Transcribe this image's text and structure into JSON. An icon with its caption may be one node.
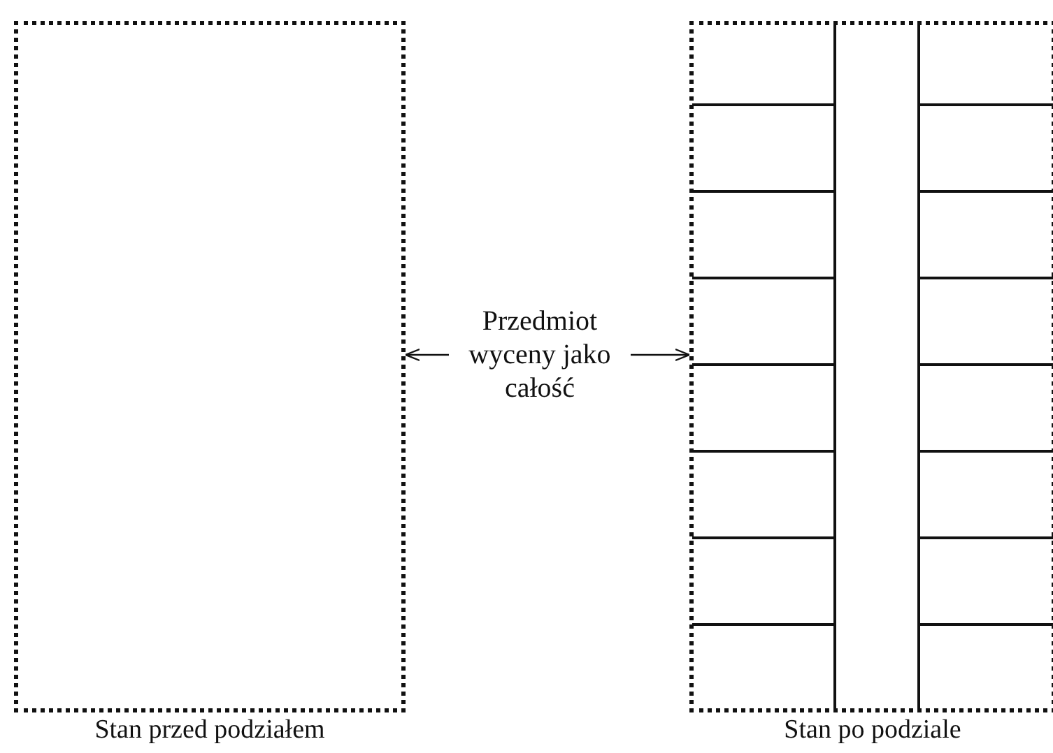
{
  "diagram": {
    "nodes": [
      {
        "text": [],
        "shape": "box",
        "beside": [
          "Stan przed podziałem"
        ]
      },
      {
        "text": [
          "Przedmiot wyceny jako całość"
        ]
      },
      {
        "text": [],
        "shape": "box",
        "beside": [
          "Stan po podziale"
        ]
      }
    ],
    "edges": [
      {
        "from": 1,
        "to": 0,
        "arrow": "to"
      },
      {
        "from": 1,
        "to": 2,
        "arrow": "to"
      }
    ]
  }
}
